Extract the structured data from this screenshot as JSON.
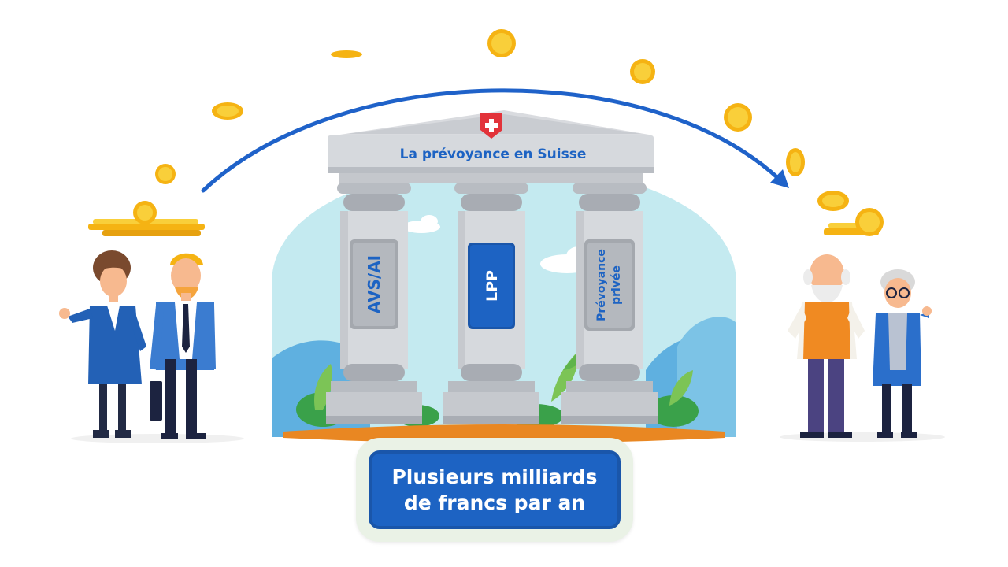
{
  "temple": {
    "title": "La prévoyance en Suisse",
    "pillars": [
      {
        "label": "AVS/AI",
        "highlighted": false
      },
      {
        "label": "LPP",
        "highlighted": true
      },
      {
        "label_line1": "Prévoyance",
        "label_line2": "privée",
        "highlighted": false
      }
    ],
    "emblem": "swiss-cross-icon"
  },
  "caption": {
    "line1": "Plusieurs milliards",
    "line2": "de francs par an"
  },
  "colors": {
    "brand_blue": "#1d63c3",
    "arrow_blue": "#1f62c9",
    "coin_gold": "#f7c21b",
    "swiss_red": "#e2333a",
    "sky": "#bde7ee",
    "ground": "#e98722"
  },
  "flow": {
    "from": "workers",
    "to": "retirees",
    "arrow": "curved-arrow-icon"
  }
}
